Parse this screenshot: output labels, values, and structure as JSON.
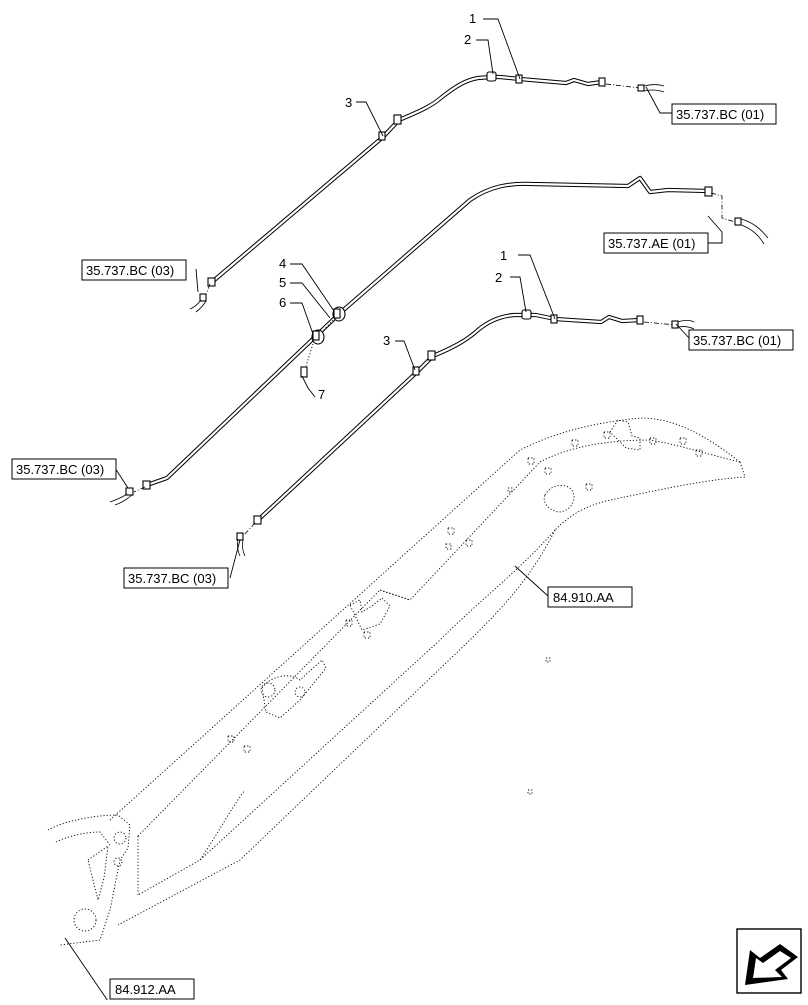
{
  "diagram": {
    "references": {
      "ref_top_right": "35.737.BC (01)",
      "ref_upper_left": "35.737.BC (03)",
      "ref_middle_right": "35.737.AE (01)",
      "ref_lower_right": "35.737.BC (01)",
      "ref_middle_left": "35.737.BC (03)",
      "ref_lower_center": "35.737.BC (03)",
      "ref_boom": "84.910.AA",
      "ref_base": "84.912.AA"
    },
    "callouts": {
      "c1_top": "1",
      "c2_top": "2",
      "c3_top": "3",
      "c4": "4",
      "c5": "5",
      "c6": "6",
      "c7": "7",
      "c1_low": "1",
      "c2_low": "2",
      "c3_low": "3"
    },
    "nav_icon": "view-direction-arrow-icon"
  }
}
